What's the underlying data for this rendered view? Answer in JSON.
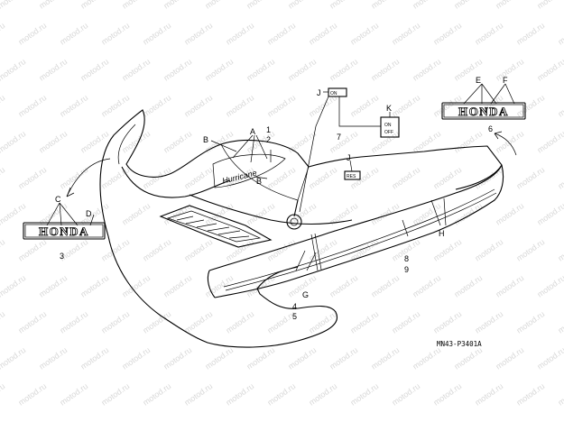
{
  "watermark": "motod.ru",
  "diagram_code": "MN43-P3401A",
  "brand_text": "HONDA",
  "script_logo_text": "Hurricane",
  "sticker_text": {
    "fuel_on": "ON",
    "fuel_off": "OFF",
    "res": "RES"
  },
  "labels": {
    "a": "A",
    "b_top": "B",
    "b_right": "B",
    "c": "C",
    "d": "D",
    "e": "E",
    "f": "F",
    "g": "G",
    "h": "H",
    "j_top": "J",
    "j_mid": "J",
    "k": "K",
    "n1": "1",
    "n2": "2",
    "n3": "3",
    "n4": "4",
    "n5": "5",
    "n6": "6",
    "n7": "7",
    "n8": "8",
    "n9": "9"
  },
  "colors": {
    "line": "#000000",
    "watermark": "#d8d8d8",
    "background": "#ffffff"
  }
}
